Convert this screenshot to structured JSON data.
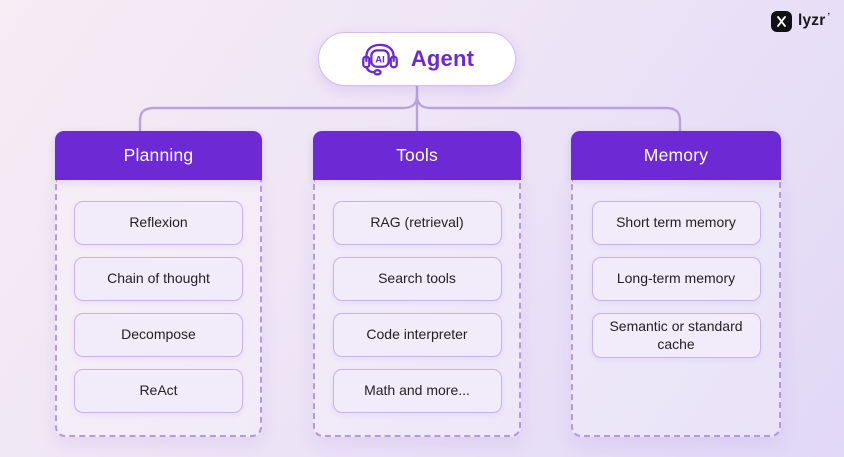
{
  "brand": {
    "name": "lyzr",
    "mark": "ʼ"
  },
  "agent": {
    "label": "Agent",
    "icon": "ai-headset-icon"
  },
  "colors": {
    "header_purple": "#6d2ad4",
    "accent_purple": "#6d28d2",
    "connector": "#b9a2dd",
    "dashed_border": "#b49adc",
    "item_border": "#c9b2e8",
    "item_bg": "#f2ebfa",
    "pill_bg": "#ffffff",
    "logo_bg": "#111114"
  },
  "columns": [
    {
      "title": "Planning",
      "items": [
        "Reflexion",
        "Chain of thought",
        "Decompose",
        "ReAct"
      ]
    },
    {
      "title": "Tools",
      "items": [
        "RAG (retrieval)",
        "Search tools",
        "Code interpreter",
        "Math and more..."
      ]
    },
    {
      "title": "Memory",
      "items": [
        "Short term memory",
        "Long-term memory",
        "Semantic or standard cache"
      ]
    }
  ]
}
